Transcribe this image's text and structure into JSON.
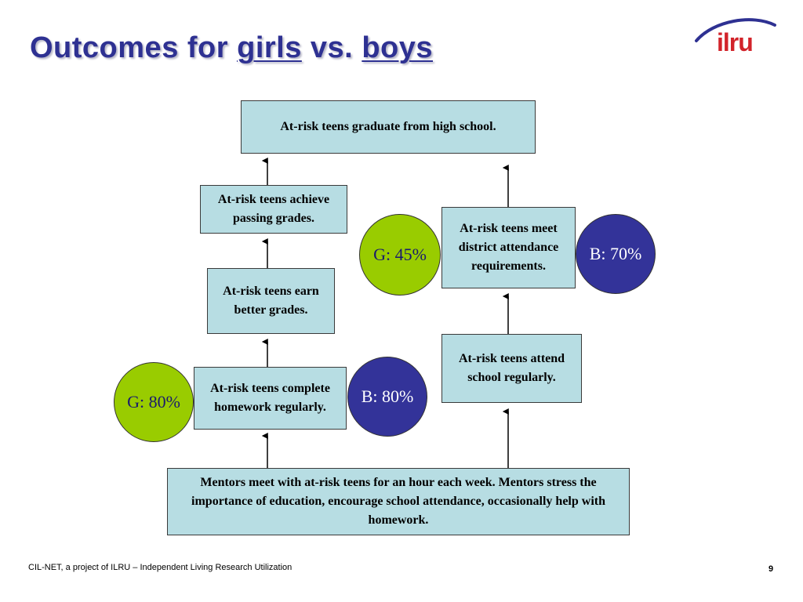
{
  "slide": {
    "title_part1": "Outcomes for ",
    "title_girls": "girls",
    "title_vs": " vs. ",
    "title_boys": "boys",
    "logo_text": "ilru",
    "footer": "CIL-NET, a project of ILRU – Independent Living Research Utilization",
    "page_number": "9"
  },
  "boxes": {
    "graduate": "At-risk teens graduate from high school.",
    "passing": "At-risk teens achieve passing grades.",
    "better_grades": "At-risk teens earn better grades.",
    "homework": "At-risk teens complete homework regularly.",
    "district_attendance": "At-risk teens meet district attendance requirements.",
    "attend_school": "At-risk teens attend school regularly.",
    "mentors": "Mentors meet with at-risk teens for an hour each week. Mentors stress the importance of education, encourage school attendance, occasionally help with homework."
  },
  "badges": {
    "homework_girls": "G: 80%",
    "homework_boys": "B: 80%",
    "attendance_girls": "G: 45%",
    "attendance_boys": "B: 70%"
  },
  "colors": {
    "title": "#2e3192",
    "box_fill": "#b7dde3",
    "girls_circle": "#99cc00",
    "boys_circle": "#333399",
    "logo_red": "#d2232a"
  }
}
